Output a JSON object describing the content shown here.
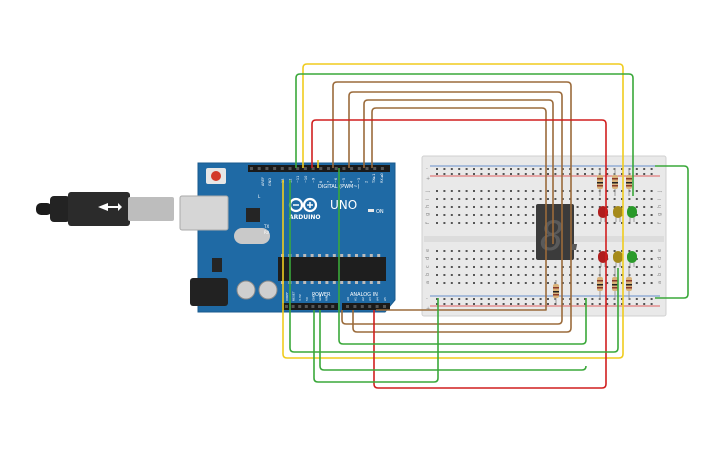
{
  "board": {
    "logo_text": "ARDUINO",
    "model_text": "UNO",
    "digital_label": "DIGITAL (PWM~)",
    "power_label": "POWER",
    "analog_label": "ANALOG IN",
    "on_label": "ON",
    "tx_label": "TX",
    "rx_label": "RX",
    "l_label": "L",
    "aref_label": "AREF",
    "gnd_label": "GND",
    "pin_labels": [
      "13",
      "12",
      "~11",
      "~10",
      "~9",
      "8",
      "7",
      "~6",
      "~5",
      "4",
      "~3",
      "2",
      "TX►1",
      "RX◄0"
    ],
    "power_pins": [
      "IOREF",
      "RESET",
      "3.3V",
      "5V",
      "GND",
      "GND",
      "VIN"
    ],
    "analog_pins": [
      "A0",
      "A1",
      "A2",
      "A3",
      "A4",
      "A5"
    ]
  },
  "breadboard": {
    "row_letters_top": [
      "j",
      "i",
      "h",
      "g",
      "f"
    ],
    "row_letters_bottom": [
      "e",
      "d",
      "c",
      "b",
      "a"
    ],
    "rail_plus": "+",
    "rail_minus": "-"
  },
  "display": {
    "digit": "8.",
    "segment_color": "#5a5a5a",
    "body_color": "#3b3b3b"
  },
  "leds": [
    {
      "color": "#b01e1e"
    },
    {
      "color": "#a58a1a"
    },
    {
      "color": "#2a9a2a"
    },
    {
      "color": "#b01e1e"
    },
    {
      "color": "#a58a1a"
    },
    {
      "color": "#2a9a2a"
    }
  ],
  "colors": {
    "board_blue": "#1f6aa5",
    "wire_red": "#d11f1f",
    "wire_yellow": "#f0cc1e",
    "wire_green": "#3aa83a",
    "wire_brown": "#9b6b3b",
    "breadboard_bg": "#e9e9e9"
  }
}
